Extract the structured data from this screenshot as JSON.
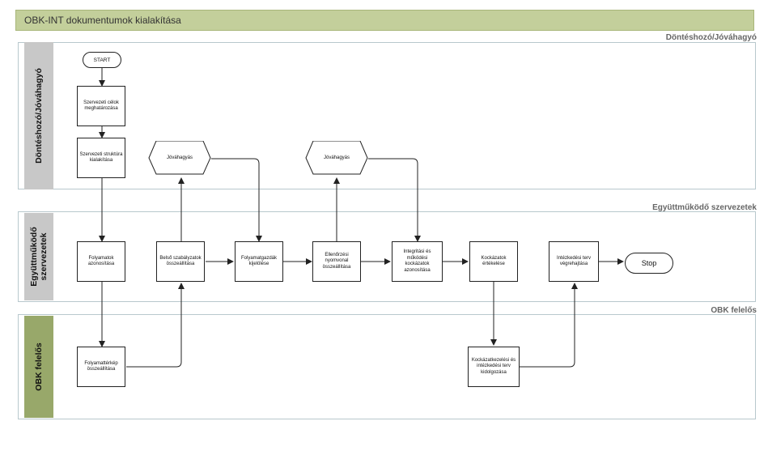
{
  "title": "OBK-INT dokumentumok kialakítása",
  "lanes": [
    {
      "caption": "Döntéshozó/Jóváhagyó",
      "label": "Döntéshozó/Jóváhagyó"
    },
    {
      "caption": "Együttműködő szervezetek",
      "label_line1": "Együttműködő",
      "label_line2": "szervezetek"
    },
    {
      "caption": "OBK felelős",
      "label": "OBK felelős"
    }
  ],
  "terminals": {
    "start": "START",
    "stop": "Stop"
  },
  "decisions": {
    "approval1": "Jóváhagyás",
    "approval2": "Jóváhagyás"
  },
  "steps": {
    "goals": "Szervezeti célok meghatározása",
    "structure": "Szervezeti struktúra kialakítása",
    "processes": "Folyamatok azonosítása",
    "process_map": "Folyamattérkép összeállítása",
    "internal_rules": "Belső szabályzatok összeállítása",
    "process_owners": "Folyamatgazdák kijelölése",
    "control_trail": "Ellenőrzési nyomvonal összeállítása",
    "integrity_risks": "Integritási és működési kockázatok azonosítása",
    "risk_eval": "Kockázatok értékelése",
    "risk_plan": "Kockázatkezelési és intézkedési terv kidolgozása",
    "action_exec": "Intézkedési terv végrehajtása"
  },
  "colors": {
    "title_bar": "#c3cf9b",
    "lane_label_gray": "#c8c8c8",
    "lane_label_green": "#98a86a",
    "lane_border": "#b8c8cd"
  }
}
